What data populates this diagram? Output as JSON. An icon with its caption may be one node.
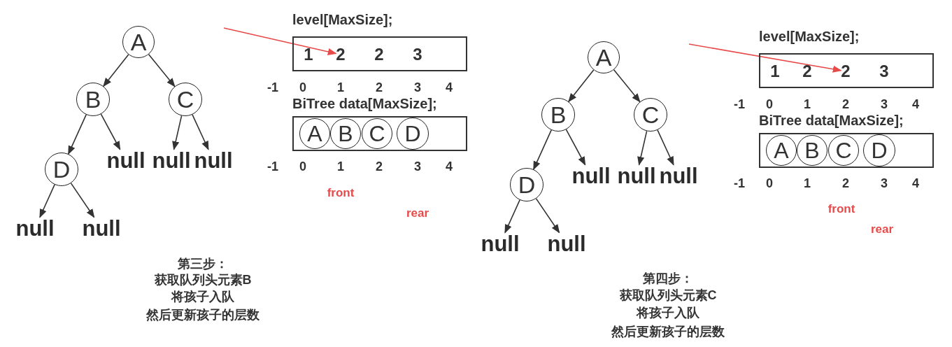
{
  "diagram": {
    "nodes": [
      {
        "text": [
          "A"
        ]
      },
      {
        "text": [
          "B"
        ]
      },
      {
        "text": [
          "C"
        ]
      },
      {
        "text": [
          "D"
        ]
      },
      {
        "text": [
          "null"
        ]
      },
      {
        "text": [
          "null"
        ]
      },
      {
        "text": [
          "null"
        ]
      },
      {
        "text": [
          "null"
        ]
      },
      {
        "text": [
          "null"
        ]
      },
      {
        "text": [
          "level[MaxSize];"
        ]
      },
      {
        "text": [
          "1"
        ],
        "in": 9
      },
      {
        "text": [
          "2"
        ],
        "in": 9
      },
      {
        "text": [
          "2"
        ],
        "in": 9
      },
      {
        "text": [
          "3"
        ],
        "in": 9
      },
      {
        "text": [
          "BiTree data[MaxSize];"
        ]
      },
      {
        "text": [
          "A"
        ],
        "in": 14
      },
      {
        "text": [
          "B"
        ],
        "in": 14
      },
      {
        "text": [
          "C"
        ],
        "in": 14
      },
      {
        "text": [
          "D"
        ],
        "in": 14
      },
      {
        "text": [
          "A"
        ]
      },
      {
        "text": [
          "B"
        ]
      },
      {
        "text": [
          "C"
        ]
      },
      {
        "text": [
          "D"
        ]
      },
      {
        "text": [
          "null"
        ]
      },
      {
        "text": [
          "null"
        ]
      },
      {
        "text": [
          "null"
        ]
      },
      {
        "text": [
          "null"
        ]
      },
      {
        "text": [
          "null"
        ]
      },
      {
        "text": [
          "level[MaxSize];"
        ]
      },
      {
        "text": [
          "1"
        ],
        "in": 28
      },
      {
        "text": [
          "2"
        ],
        "in": 28
      },
      {
        "text": [
          "2"
        ],
        "in": 28
      },
      {
        "text": [
          "3"
        ],
        "in": 28
      },
      {
        "text": [
          "BiTree data[MaxSize];"
        ]
      },
      {
        "text": [
          "A"
        ],
        "in": 33
      },
      {
        "text": [
          "B"
        ],
        "in": 33
      },
      {
        "text": [
          "C"
        ],
        "in": 33
      },
      {
        "text": [
          "D"
        ],
        "in": 33
      }
    ],
    "edges": [
      {
        "from": 0,
        "to": 1,
        "arrow": "to"
      },
      {
        "from": 0,
        "to": 2,
        "arrow": "to"
      },
      {
        "from": 1,
        "to": 3,
        "arrow": "to"
      },
      {
        "from": 1,
        "to": 4,
        "arrow": "to"
      },
      {
        "from": 2,
        "to": 5,
        "arrow": "to"
      },
      {
        "from": 2,
        "to": 6,
        "arrow": "to"
      },
      {
        "from": 3,
        "to": 7,
        "arrow": "to"
      },
      {
        "from": 3,
        "to": 8,
        "arrow": "to"
      },
      {
        "from": null,
        "to": 11,
        "arrow": "to",
        "color": "#e84a4a"
      },
      {
        "from": 19,
        "to": 20,
        "arrow": "to"
      },
      {
        "from": 19,
        "to": 21,
        "arrow": "to"
      },
      {
        "from": 20,
        "to": 22,
        "arrow": "to"
      },
      {
        "from": 20,
        "to": 23,
        "arrow": "to"
      },
      {
        "from": 21,
        "to": 24,
        "arrow": "to"
      },
      {
        "from": 21,
        "to": 25,
        "arrow": "to"
      },
      {
        "from": 22,
        "to": 26,
        "arrow": "to"
      },
      {
        "from": 22,
        "to": 27,
        "arrow": "to"
      },
      {
        "from": null,
        "to": 31,
        "arrow": "to",
        "color": "#e84a4a"
      }
    ],
    "labels": [
      "-1",
      "0",
      "1",
      "2",
      "3",
      "4",
      "-1",
      "0",
      "1",
      "2",
      "3",
      "4",
      "front",
      "rear",
      "第三步：",
      "获取队列头元素B",
      "将孩子入队",
      "然后更新孩子的层数",
      "-1",
      "0",
      "1",
      "2",
      "3",
      "4",
      "-1",
      "0",
      "1",
      "2",
      "3",
      "4",
      "front",
      "rear",
      "第四步：",
      "获取队列头元素C",
      "将孩子入队",
      "然后更新孩子的层数"
    ]
  }
}
